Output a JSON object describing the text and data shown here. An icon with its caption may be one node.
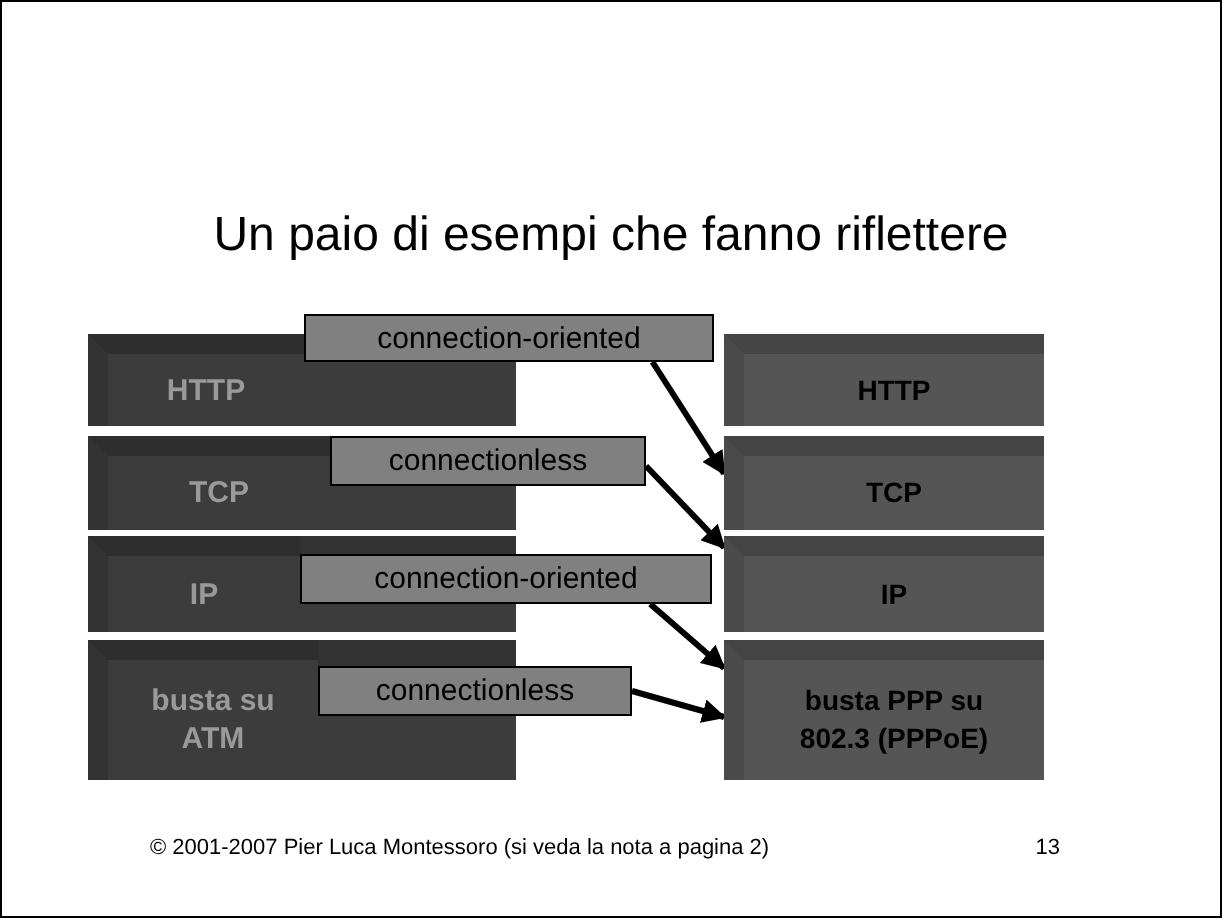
{
  "diagram": {
    "title": "Un paio di esempi che fanno riflettere",
    "nodes": [
      {
        "text": [
          "HTTP"
        ]
      },
      {
        "text": [
          "TCP"
        ]
      },
      {
        "text": [
          "IP"
        ]
      },
      {
        "text": [
          "busta su ATM"
        ]
      },
      {
        "text": [
          "HTTP"
        ]
      },
      {
        "text": [
          "TCP"
        ]
      },
      {
        "text": [
          "IP"
        ]
      },
      {
        "text": [
          "busta PPP su 802.3 (PPPoE)"
        ]
      },
      {
        "text": [
          "connection-oriented"
        ]
      },
      {
        "text": [
          "connectionless"
        ]
      },
      {
        "text": [
          "connection-oriented"
        ]
      },
      {
        "text": [
          "connectionless"
        ]
      }
    ],
    "edges": [
      {
        "from": 8,
        "to": 5,
        "arrow": "to"
      },
      {
        "from": 9,
        "to": 6,
        "arrow": "to"
      },
      {
        "from": 10,
        "to": 7,
        "arrow": "to"
      },
      {
        "from": 11,
        "to": 7,
        "arrow": "to"
      }
    ],
    "labels": [
      "© 2001-2007 Pier Luca Montessoro (si veda la nota a pagina 2)",
      "13"
    ]
  }
}
